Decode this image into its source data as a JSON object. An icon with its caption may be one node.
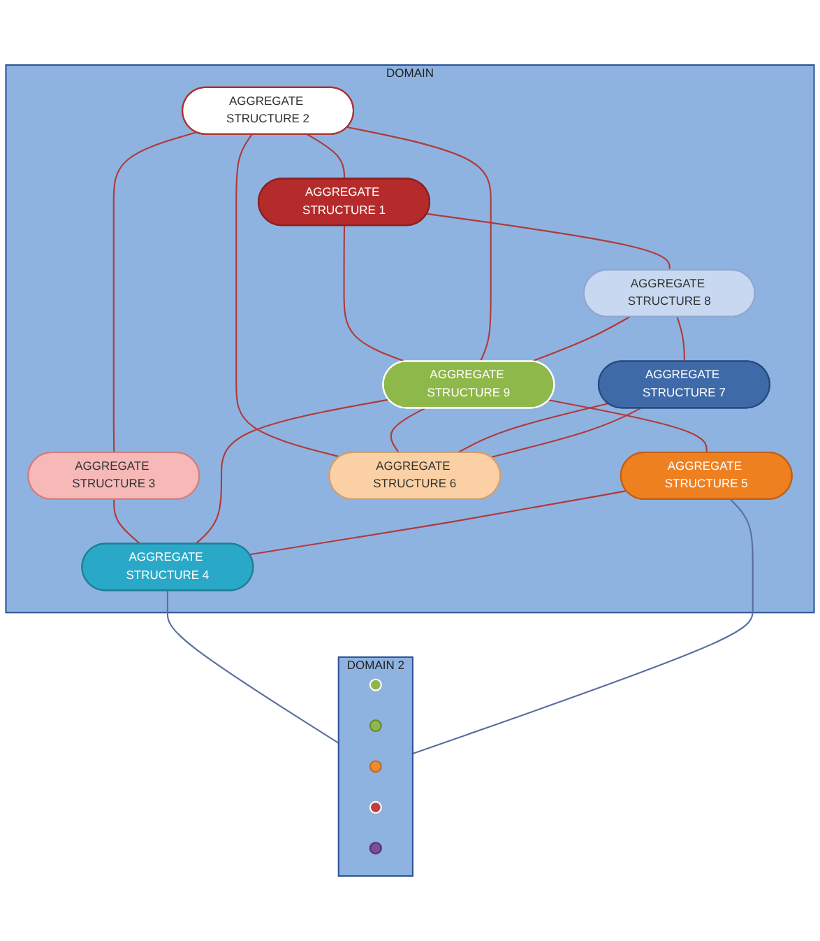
{
  "diagram": {
    "nodes": [
      {
        "text": [
          "DOMAIN"
        ]
      },
      {
        "text": [
          "AGGREGATE STRUCTURE 1"
        ],
        "in": 0
      },
      {
        "text": [
          "AGGREGATE STRUCTURE 2"
        ],
        "in": 0
      },
      {
        "text": [
          "AGGREGATE STRUCTURE 3"
        ],
        "in": 0
      },
      {
        "text": [
          "AGGREGATE STRUCTURE 4"
        ],
        "in": 0
      },
      {
        "text": [
          "AGGREGATE STRUCTURE 5"
        ],
        "in": 0
      },
      {
        "text": [
          "AGGREGATE STRUCTURE 6"
        ],
        "in": 0
      },
      {
        "text": [
          "AGGREGATE STRUCTURE 7"
        ],
        "in": 0
      },
      {
        "text": [
          "AGGREGATE STRUCTURE 8"
        ],
        "in": 0
      },
      {
        "text": [
          "AGGREGATE STRUCTURE 9"
        ],
        "in": 0
      },
      {
        "text": [
          "DOMAIN 2"
        ]
      },
      {
        "text": [],
        "shape": "circle",
        "in": 10
      },
      {
        "text": [],
        "shape": "circle",
        "in": 10
      },
      {
        "text": [],
        "shape": "circle",
        "in": 10
      },
      {
        "text": [],
        "shape": "circle",
        "in": 10
      },
      {
        "text": [],
        "shape": "circle",
        "in": 10
      }
    ],
    "edges": [
      {
        "from": 2,
        "to": 1,
        "arrow": "none"
      },
      {
        "from": 1,
        "to": 8,
        "arrow": "none"
      },
      {
        "from": 1,
        "to": 9,
        "arrow": "none"
      },
      {
        "from": 2,
        "to": 3,
        "arrow": "none"
      },
      {
        "from": 2,
        "to": 9,
        "arrow": "none"
      },
      {
        "from": 2,
        "to": 6,
        "arrow": "none"
      },
      {
        "from": 8,
        "to": 9,
        "arrow": "none"
      },
      {
        "from": 8,
        "to": 7,
        "arrow": "none"
      },
      {
        "from": 3,
        "to": 4,
        "arrow": "none"
      },
      {
        "from": 9,
        "to": 4,
        "arrow": "none"
      },
      {
        "from": 9,
        "to": 5,
        "arrow": "none"
      },
      {
        "from": 9,
        "to": 6,
        "arrow": "none"
      },
      {
        "from": 7,
        "to": 6,
        "arrow": "none"
      },
      {
        "from": 7,
        "to": 6,
        "arrow": "none"
      },
      {
        "from": 5,
        "to": 4,
        "arrow": "none"
      },
      {
        "from": 4,
        "to": 10,
        "arrow": "none",
        "color": "#5a6fa0"
      },
      {
        "from": 5,
        "to": 10,
        "arrow": "none",
        "color": "#5a6fa0"
      }
    ]
  }
}
